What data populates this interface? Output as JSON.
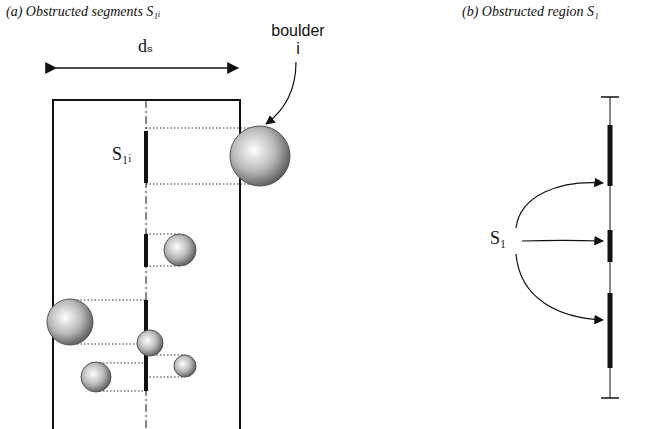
{
  "diagram": {
    "labels": [
      "(a) Obstructed segments S₁ᵢ",
      "(b) Obstructed region S₁",
      "dₛ",
      "boulder i",
      "S₁ᵢ",
      "S₁"
    ]
  }
}
